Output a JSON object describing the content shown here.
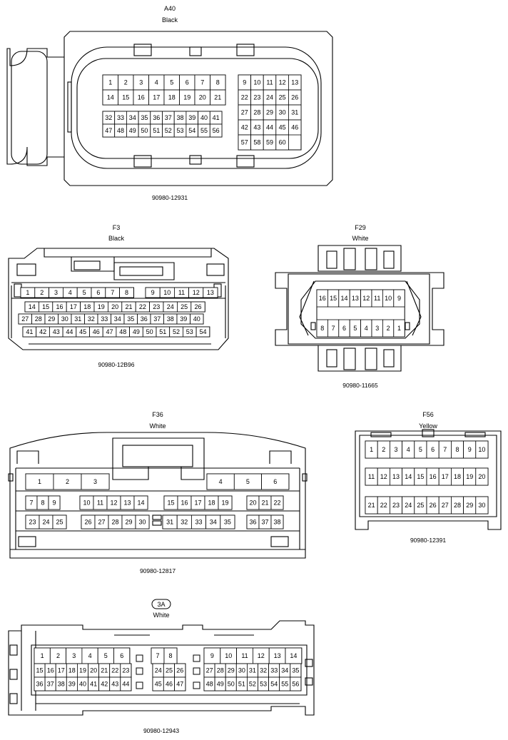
{
  "connectors": [
    {
      "id": "A40",
      "code": "A40",
      "color": "Black",
      "part_number": "90980-12931",
      "pin_groups": [
        [
          [
            "1",
            "2",
            "3",
            "4",
            "5",
            "6",
            "7",
            "8"
          ],
          [
            "14",
            "15",
            "16",
            "17",
            "18",
            "19",
            "20",
            "21"
          ]
        ],
        [
          [
            "9",
            "10",
            "11",
            "12",
            "13"
          ],
          [
            "22",
            "23",
            "24",
            "25",
            "26"
          ],
          [
            "27",
            "28",
            "29",
            "30",
            "31"
          ],
          [
            "42",
            "43",
            "44",
            "45",
            "46"
          ],
          [
            "57",
            "58",
            "59",
            "60"
          ]
        ],
        [
          [
            "32",
            "33",
            "34",
            "35",
            "36",
            "37",
            "38",
            "39",
            "40",
            "41"
          ],
          [
            "47",
            "48",
            "49",
            "50",
            "51",
            "52",
            "53",
            "54",
            "55",
            "56"
          ]
        ]
      ]
    },
    {
      "id": "F3",
      "code": "F3",
      "color": "Black",
      "part_number": "90980-12B96",
      "pin_groups": [
        [
          [
            "1",
            "2",
            "3",
            "4",
            "5",
            "6",
            "7",
            "8"
          ]
        ],
        [
          [
            "9",
            "10",
            "11",
            "12",
            "13"
          ]
        ],
        [
          [
            "14",
            "15",
            "16",
            "17",
            "18",
            "19",
            "20",
            "21",
            "22",
            "23",
            "24",
            "25",
            "26"
          ]
        ],
        [
          [
            "27",
            "28",
            "29",
            "30",
            "31",
            "32",
            "33",
            "34",
            "35",
            "36",
            "37",
            "38",
            "39",
            "40"
          ]
        ],
        [
          [
            "41",
            "42",
            "43",
            "44",
            "45",
            "46",
            "47",
            "48",
            "49",
            "50",
            "51",
            "52",
            "53",
            "54"
          ]
        ]
      ]
    },
    {
      "id": "F29",
      "code": "F29",
      "color": "White",
      "part_number": "90980-11665",
      "pin_groups": [
        [
          [
            "16",
            "15",
            "14",
            "13",
            "12",
            "11",
            "10",
            "9"
          ],
          [
            "8",
            "7",
            "6",
            "5",
            "4",
            "3",
            "2",
            "1"
          ]
        ]
      ]
    },
    {
      "id": "F36",
      "code": "F36",
      "color": "White",
      "part_number": "90980-12817",
      "pin_groups": [
        [
          [
            "1",
            "2",
            "3"
          ]
        ],
        [
          [
            "4",
            "5",
            "6"
          ]
        ],
        [
          [
            "7",
            "8",
            "9"
          ]
        ],
        [
          [
            "10",
            "11",
            "12",
            "13",
            "14"
          ]
        ],
        [
          [
            "15",
            "16",
            "17",
            "18",
            "19"
          ]
        ],
        [
          [
            "20",
            "21",
            "22"
          ]
        ],
        [
          [
            "23",
            "24",
            "25"
          ]
        ],
        [
          [
            "26",
            "27",
            "28",
            "29",
            "30"
          ]
        ],
        [
          [
            "31",
            "32",
            "33",
            "34",
            "35"
          ]
        ],
        [
          [
            "36",
            "37",
            "38"
          ]
        ]
      ]
    },
    {
      "id": "F56",
      "code": "F56",
      "color": "Yellow",
      "part_number": "90980-12391",
      "pin_groups": [
        [
          [
            "1",
            "2",
            "3",
            "4",
            "5",
            "6",
            "7",
            "8",
            "9",
            "10"
          ]
        ],
        [
          [
            "11",
            "12",
            "13",
            "14",
            "15",
            "16",
            "17",
            "18",
            "19",
            "20"
          ]
        ],
        [
          [
            "21",
            "22",
            "23",
            "24",
            "25",
            "26",
            "27",
            "28",
            "29",
            "30"
          ]
        ]
      ]
    },
    {
      "id": "3A",
      "code": "3A",
      "color": "White",
      "part_number": "90980-12943",
      "pin_groups": [
        [
          [
            "1",
            "2",
            "3",
            "4",
            "5",
            "6"
          ]
        ],
        [
          [
            "15",
            "16",
            "17",
            "18",
            "19",
            "20",
            "21",
            "22",
            "23"
          ],
          [
            "36",
            "37",
            "38",
            "39",
            "40",
            "41",
            "42",
            "43",
            "44"
          ]
        ],
        [
          [
            "7",
            "8"
          ]
        ],
        [
          [
            "24",
            "25",
            "26"
          ],
          [
            "45",
            "46",
            "47"
          ]
        ],
        [
          [
            "9",
            "10",
            "11",
            "12",
            "13",
            "14"
          ]
        ],
        [
          [
            "27",
            "28",
            "29",
            "30",
            "31",
            "32",
            "33",
            "34",
            "35"
          ],
          [
            "48",
            "49",
            "50",
            "51",
            "52",
            "53",
            "54",
            "55",
            "56"
          ]
        ]
      ]
    }
  ]
}
